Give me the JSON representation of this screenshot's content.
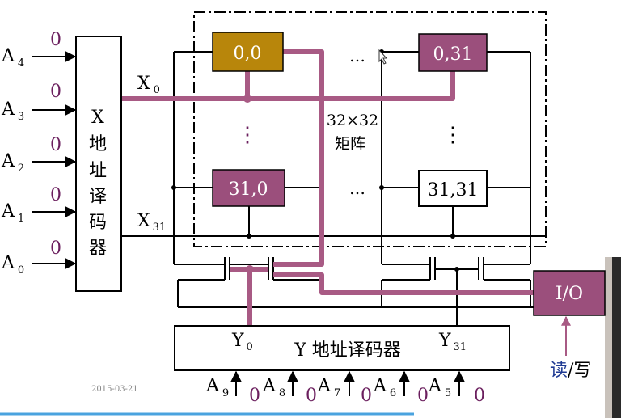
{
  "colors": {
    "cell_gold": "#b8860b",
    "cell_mauve": "#9b4f7c",
    "bus_pink": "#a85a84",
    "value_purple": "#6b1f5e",
    "read_blue": "#1f3a93"
  },
  "x_decoder": {
    "chars": [
      "X",
      "地",
      "址",
      "译",
      "码",
      "器"
    ],
    "inputs": [
      {
        "base": "A",
        "sub": "4",
        "value": "0"
      },
      {
        "base": "A",
        "sub": "3",
        "value": "0"
      },
      {
        "base": "A",
        "sub": "2",
        "value": "0"
      },
      {
        "base": "A",
        "sub": "1",
        "value": "0"
      },
      {
        "base": "A",
        "sub": "0",
        "value": "0"
      }
    ],
    "x0": {
      "base": "X",
      "sub": "0"
    },
    "x31": {
      "base": "X",
      "sub": "31"
    }
  },
  "matrix": {
    "cells": {
      "top_left": "0,0",
      "top_right": "0,31",
      "bottom_left": "31,0",
      "bottom_right": "31,31"
    },
    "label_line1": "32×32",
    "label_line2": "矩阵",
    "ellipsis": "…",
    "vdots": "⋮"
  },
  "io": {
    "label": "I/O",
    "read": "读",
    "slash_write": "/写"
  },
  "y_decoder": {
    "label": "Y 地址译码器",
    "y0": {
      "base": "Y",
      "sub": "0"
    },
    "y31": {
      "base": "Y",
      "sub": "31"
    },
    "inputs": [
      {
        "base": "A",
        "sub": "9",
        "value": "0"
      },
      {
        "base": "A",
        "sub": "8",
        "value": "0"
      },
      {
        "base": "A",
        "sub": "7",
        "value": "0"
      },
      {
        "base": "A",
        "sub": "6",
        "value": "0"
      },
      {
        "base": "A",
        "sub": "5",
        "value": "0"
      }
    ]
  },
  "footer": {
    "date": "2015-03-21"
  }
}
